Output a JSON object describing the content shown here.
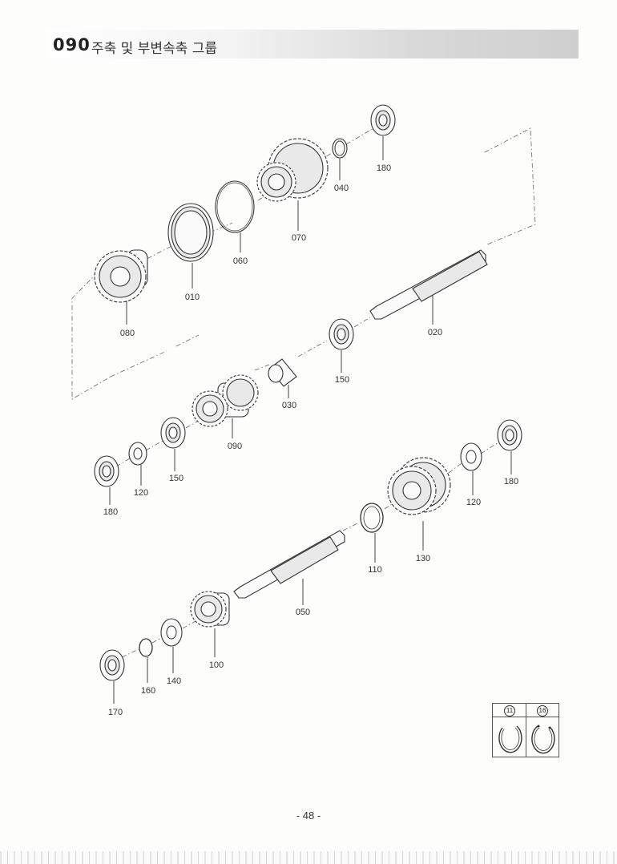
{
  "header": {
    "code": "090",
    "title": "주축 및 부변속축 그룹"
  },
  "parts": {
    "p180a": "180",
    "p040": "040",
    "p070": "070",
    "p060": "060",
    "p010": "010",
    "p080": "080",
    "p020": "020",
    "p150a": "150",
    "p030": "030",
    "p090": "090",
    "p150b": "150",
    "p120a": "120",
    "p180b": "180",
    "p180c": "180",
    "p120b": "120",
    "p130": "130",
    "p110": "110",
    "p050": "050",
    "p100": "100",
    "p140": "140",
    "p160": "160",
    "p170": "170"
  },
  "legend": {
    "left_ref": "11",
    "right_ref": "16"
  },
  "footer": {
    "page_number": "- 48 -"
  }
}
